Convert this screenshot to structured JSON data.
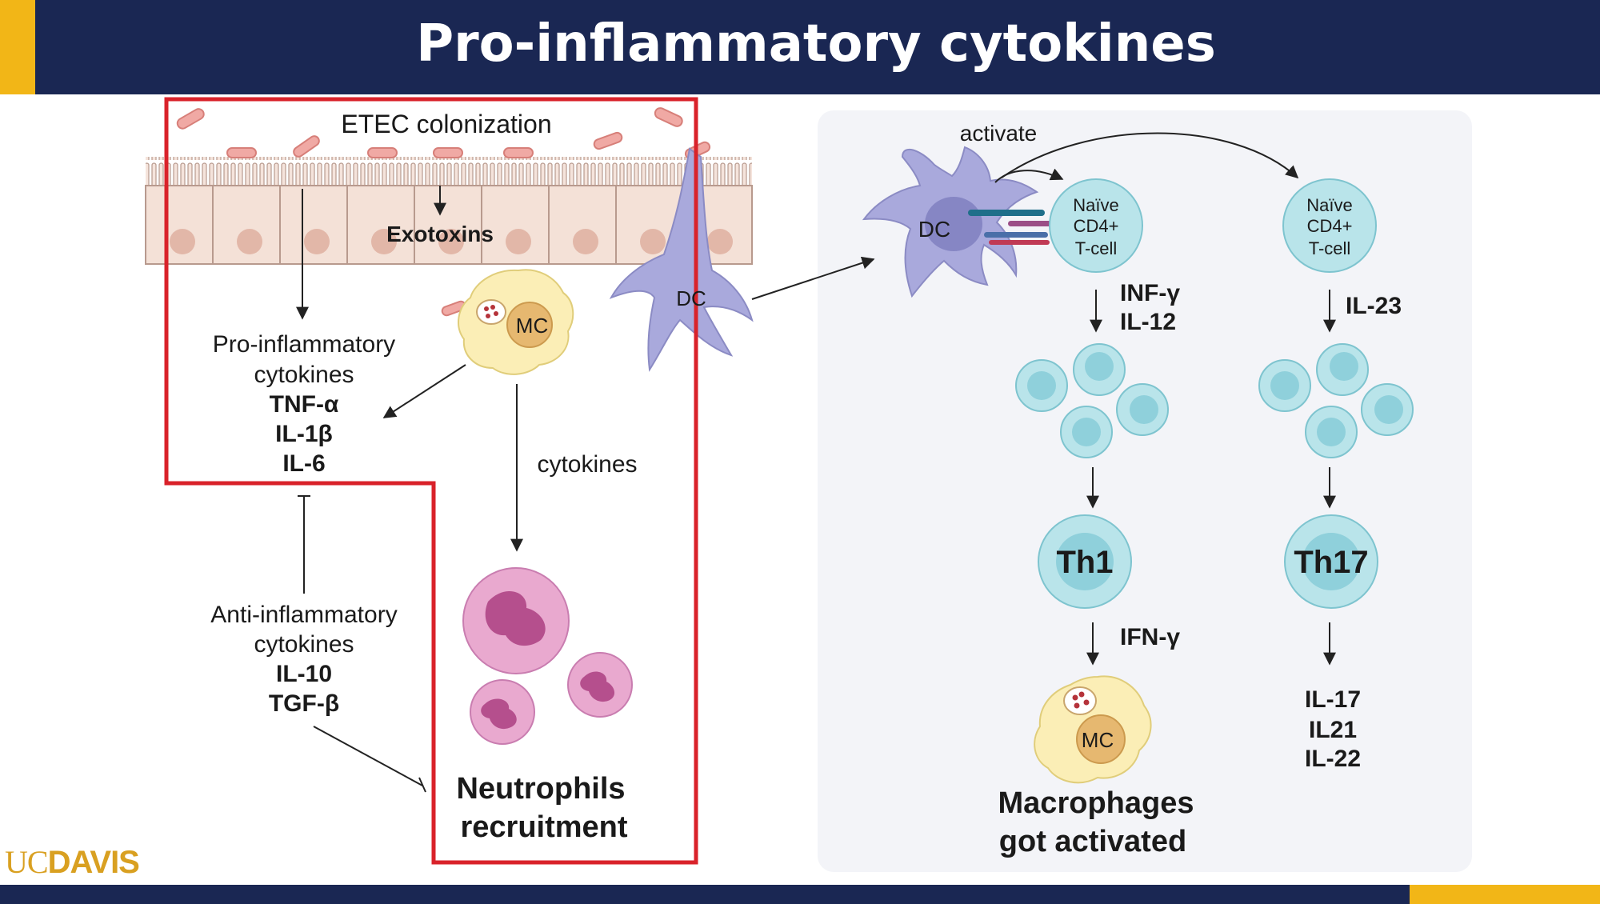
{
  "title": "Pro-inflammatory cytokines",
  "logo": {
    "uc": "UC",
    "davis": "DAVIS"
  },
  "left_panel": {
    "etec": "ETEC colonization",
    "exotoxins": "Exotoxins",
    "pro_title_1": "Pro-inflammatory",
    "pro_title_2": "cytokines",
    "pro_items": [
      "TNF-α",
      "IL-1β",
      "IL-6"
    ],
    "mc_label": "MC",
    "dc_label": "DC",
    "cytokines": "cytokines",
    "anti_title_1": "Anti-inflammatory",
    "anti_title_2": "cytokines",
    "anti_items": [
      "IL-10",
      "TGF-β"
    ],
    "neutrophils_1": "Neutrophils",
    "neutrophils_2": "recruitment"
  },
  "right_panel": {
    "activate": "activate",
    "dc_label": "DC",
    "naive_1": [
      "Naïve",
      "CD4+",
      "T-cell"
    ],
    "naive_2": [
      "Naïve",
      "CD4+",
      "T-cell"
    ],
    "th1_inputs": [
      "INF-γ",
      "IL-12"
    ],
    "th17_input": "IL-23",
    "th1": "Th1",
    "th17": "Th17",
    "ifn": "IFN-γ",
    "mc_label": "MC",
    "th17_outputs": [
      "IL-17",
      "IL21",
      "IL-22"
    ],
    "macrophages_1": "Macrophages",
    "macrophages_2": "got activated"
  },
  "colors": {
    "navy": "#1a2753",
    "gold": "#f2b617",
    "red_outline": "#d9222a",
    "panel_bg": "#f3f4f8",
    "t_cell": "#b9e4ea",
    "neutrophil": "#e9a9cf",
    "dendritic": "#a9a9dc",
    "macrophage": "#fbeeb6"
  }
}
